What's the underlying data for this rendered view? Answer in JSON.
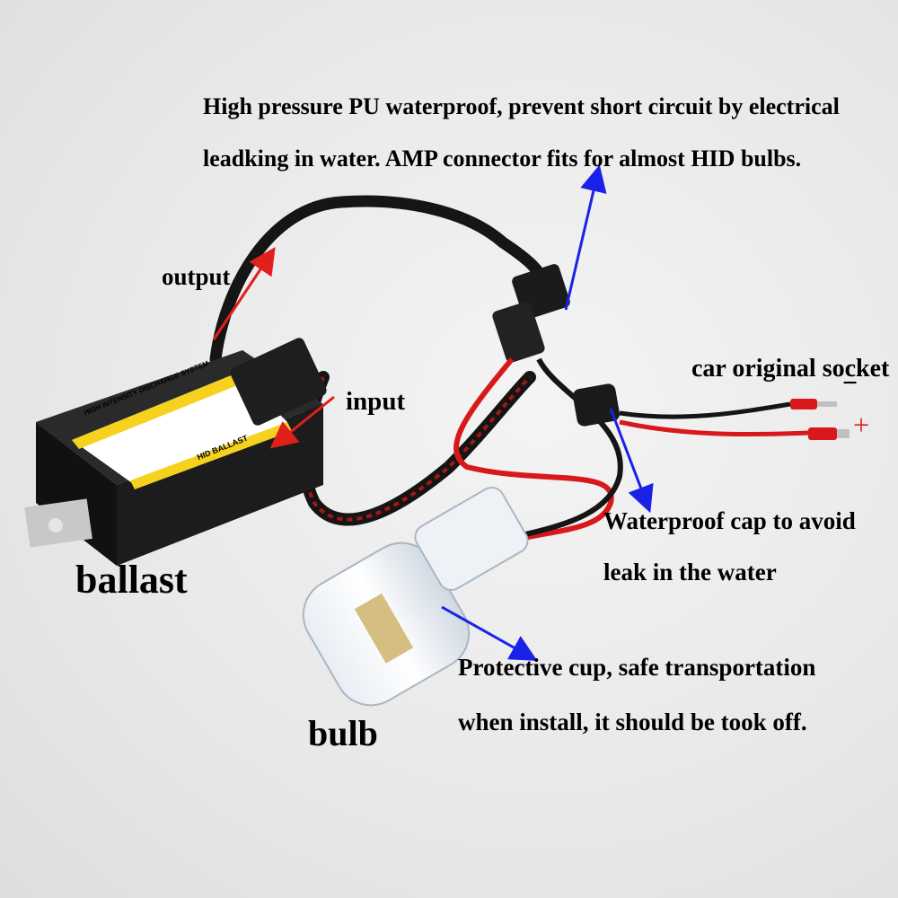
{
  "annotations": {
    "pu_line1": "High pressure PU waterproof, prevent short circuit by electrical",
    "pu_line2": "leadking in water. AMP connector fits for almost HID bulbs.",
    "output": "output",
    "input": "input",
    "car_socket": "car original socket",
    "cap_line1": "Waterproof cap to avoid",
    "cap_line2": "leak in the water",
    "cup_line1": "Protective cup, safe transportation",
    "cup_line2": "when install, it should be took off.",
    "ballast": "ballast",
    "bulb": "bulb",
    "minus": "−",
    "plus": "+"
  },
  "ballast_label": {
    "title": "HIGH INTENSITY DISCHARGE SYSTEM",
    "brand": "HID BALLAST"
  },
  "colors": {
    "red_arrow": "#e0201c",
    "blue_arrow": "#1a22e8",
    "wire_black": "#151515",
    "wire_red": "#d8181a",
    "label_yellow": "#f6d21e"
  }
}
